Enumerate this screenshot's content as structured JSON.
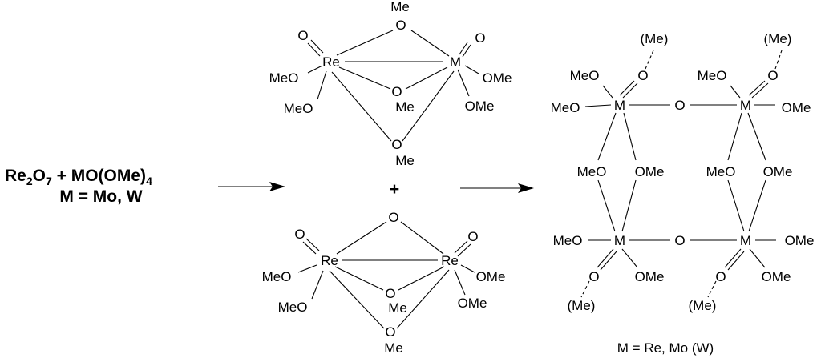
{
  "reactants": {
    "line1_a": "Re",
    "line1_a_sub": "2",
    "line1_b": "O",
    "line1_b_sub": "7",
    "line1_c": " + MO(OMe)",
    "line1_c_sub": "4",
    "line2": "M = Mo, W"
  },
  "plus": "+",
  "complex_top": {
    "re": "Re",
    "m": "M",
    "o_bridge_top": "O",
    "me_top": "Me",
    "o_bridge_mid": "O",
    "me_mid": "Me",
    "o_bridge_bot": "O",
    "me_bot": "Me",
    "re_oxo": "O",
    "re_ome1": "MeO",
    "re_ome2": "MeO",
    "m_oxo": "O",
    "m_ome1": "OMe",
    "m_ome2": "OMe"
  },
  "complex_bottom": {
    "re_left": "Re",
    "re_right": "Re",
    "o_bridge_top": "O",
    "o_bridge_mid": "O",
    "me_mid": "Me",
    "o_bridge_bot": "O",
    "me_bot": "Me",
    "left_oxo": "O",
    "left_ome1": "MeO",
    "left_ome2": "MeO",
    "right_oxo": "O",
    "right_ome1": "OMe",
    "right_ome2": "OMe"
  },
  "product": {
    "metal": "M",
    "oxo": "O",
    "bridge_o": "O",
    "meo": "MeO",
    "ome": "OMe",
    "me_paren": "(Me)",
    "caption": "M = Re, Mo (W)"
  }
}
